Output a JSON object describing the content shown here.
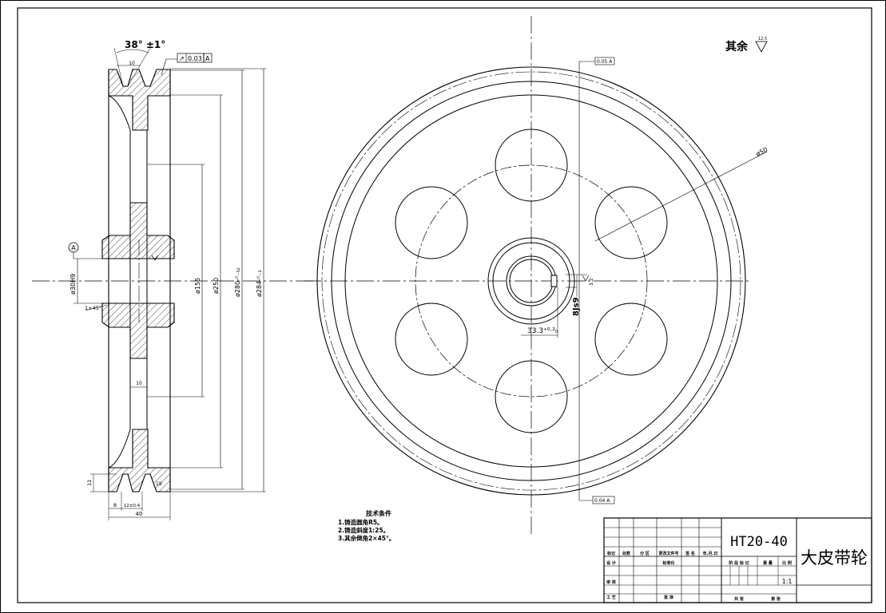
{
  "side_view": {
    "v_angle": "38° ±1°",
    "groove_top_width": "10",
    "runout_value": "0.03",
    "datum_label": "A",
    "datum_marker": "A",
    "bore_dim": "ø30H9",
    "chamfer": "1×45°",
    "dia_155": "ø155",
    "dia_250": "ø250",
    "dia_280": "ø280-⁰₋₅₂",
    "dia_284": "ø284-⁰₋₁",
    "web_width": "10",
    "groove_height": "11",
    "bottom_left": "8",
    "bottom_mid": "12±0.4",
    "overall_width": "40",
    "groove_corner": "19"
  },
  "front_view": {
    "surface_note": "其余",
    "roughness_top": "12.5",
    "top_callout": "0.05 A",
    "bottom_callout": "0.04 A",
    "hole_dia": "ø50",
    "key_width": "8Js9",
    "key_depth": "33.3⁺⁰·²₀",
    "key_roughness": "3.2"
  },
  "tech_notes": {
    "title": "技术条件",
    "lines": [
      "1.铸造圆角R5。",
      "2.铸造斜度1:25。",
      "3.其余倒角2×45°。"
    ]
  },
  "title_block": {
    "material": "HT20-40",
    "part_name": "大皮带轮",
    "scale": "1:1",
    "headers": [
      "标记",
      "处数",
      "分 区",
      "更改文件号",
      "签 名",
      "年.月.日"
    ],
    "row_design": "设 计",
    "row_standard": "标准化",
    "row_stage": "阶 段 标 记",
    "row_weight": "重 量",
    "row_ratio": "比 例",
    "row_audit": "审 核",
    "row_process": "工 艺",
    "row_approve": "批 准",
    "row_sheets": "共   张",
    "row_sheet_no": "第   张"
  }
}
